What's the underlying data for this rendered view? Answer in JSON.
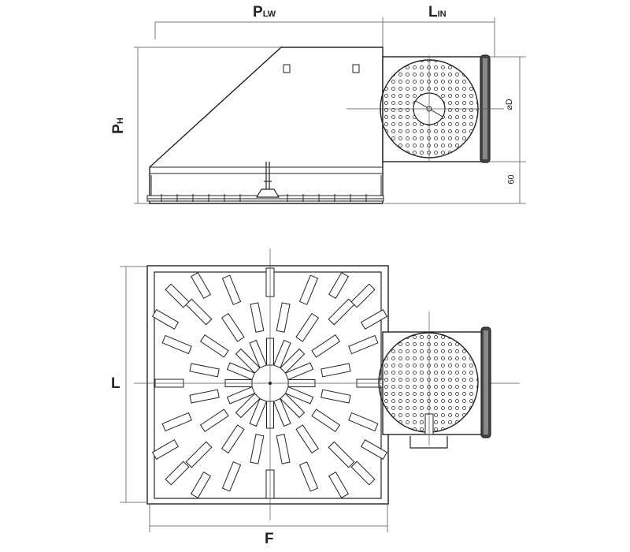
{
  "labels": {
    "width_main": "P",
    "width_sub": "LW",
    "inlet_main": "L",
    "inlet_sub": "IN",
    "height_main": "P",
    "height_sub": "H",
    "diameter": "⌀D",
    "offset": "60",
    "length": "L",
    "width": "F"
  },
  "views": {
    "side": "side-elevation",
    "top": "plan-view"
  }
}
